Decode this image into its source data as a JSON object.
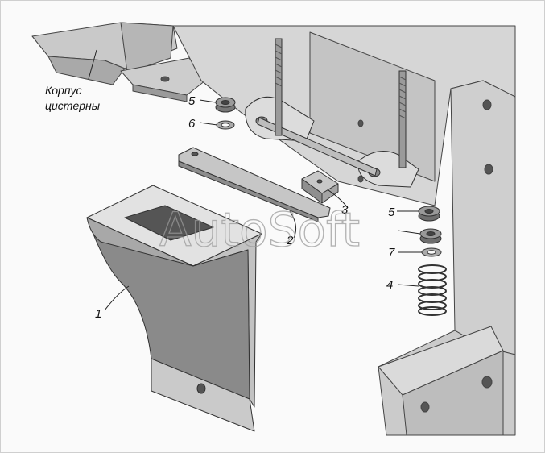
{
  "diagram": {
    "caption_lines": [
      "Корпус",
      "цистерны"
    ],
    "callouts": [
      {
        "id": "c1",
        "label": "1"
      },
      {
        "id": "c2",
        "label": "2"
      },
      {
        "id": "c3",
        "label": "3"
      },
      {
        "id": "c4",
        "label": "4"
      },
      {
        "id": "c5a",
        "label": "5"
      },
      {
        "id": "c5b",
        "label": "5"
      },
      {
        "id": "c6",
        "label": "6"
      },
      {
        "id": "c7",
        "label": "7"
      }
    ],
    "watermark": "AutoSoft"
  }
}
